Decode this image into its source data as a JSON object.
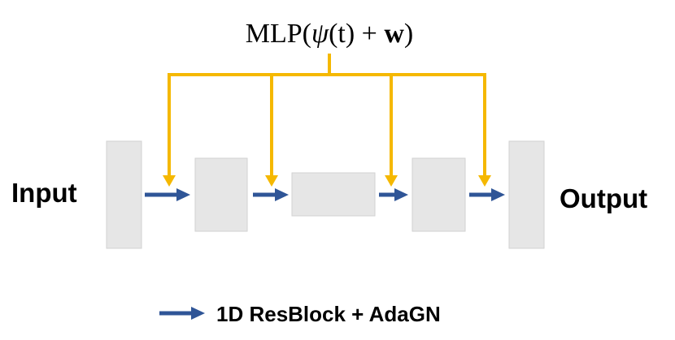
{
  "diagram": {
    "conditioning_label_prefix": "MLP(",
    "conditioning_label_psi": "ψ",
    "conditioning_label_paren_t": "(t) + ",
    "conditioning_label_w": "w",
    "conditioning_label_suffix": ")",
    "input_label": "Input",
    "output_label": "Output",
    "legend_label": "1D ResBlock + AdaGN"
  },
  "colors": {
    "conditioning_arrow": "#f5b800",
    "resblock_arrow": "#2f5597",
    "block_fill": "#e6e6e6"
  },
  "icons": {
    "resblock_arrow": "right-arrow-icon",
    "conditioning_arrow": "down-arrow-icon"
  }
}
